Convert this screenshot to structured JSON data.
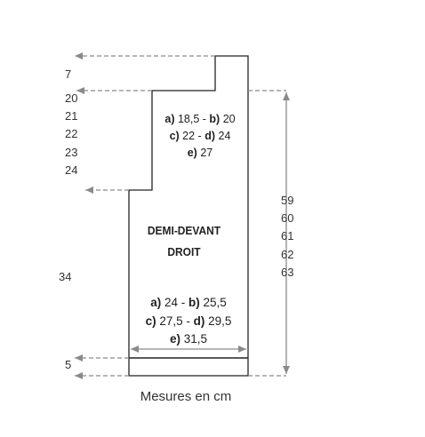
{
  "left_labels": {
    "top": "7",
    "shoulder_step": [
      "20",
      "21",
      "22",
      "23",
      "24"
    ],
    "armhole": "34",
    "rib": "5"
  },
  "right_labels": {
    "total_height": [
      "59",
      "60",
      "61",
      "62",
      "63"
    ]
  },
  "piece_title": [
    "DEMI-DEVANT",
    "DROIT"
  ],
  "shoulder_width": {
    "line1": {
      "a": "a)",
      "a_val": " 18,5 - ",
      "b": "b)",
      "b_val": " 20"
    },
    "line2": {
      "c": "c)",
      "c_val": " 22 - ",
      "d": "d)",
      "d_val": " 24"
    },
    "line3": {
      "e": "e)",
      "e_val": " 27"
    }
  },
  "body_width": {
    "line1": {
      "a": "a)",
      "a_val": " 24 - ",
      "b": "b)",
      "b_val": " 25,5"
    },
    "line2": {
      "c": "c)",
      "c_val": " 27,5 - ",
      "d": "d)",
      "d_val": " 29,5"
    },
    "line3": {
      "e": "e)",
      "e_val": " 31,5"
    }
  },
  "caption": "Mesures en cm",
  "colors": {
    "outline": "#222222",
    "guide_arrow": "#8a8a8a",
    "text": "#333333"
  }
}
